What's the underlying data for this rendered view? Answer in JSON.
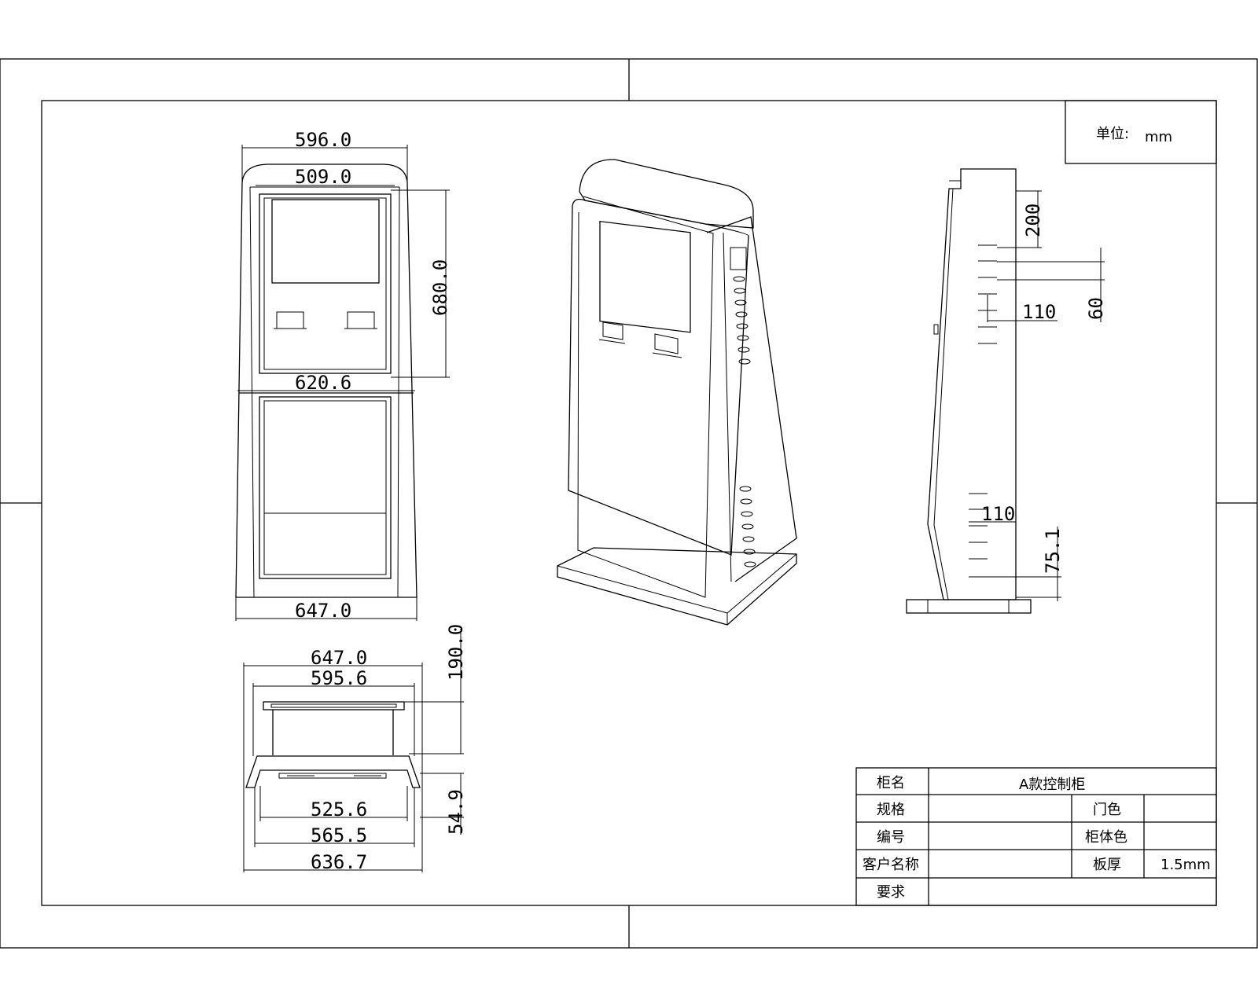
{
  "unit_box": {
    "label": "单位:",
    "unit": "mm"
  },
  "front_view": {
    "dim_top_outer": "596.0",
    "dim_top_inner": "509.0",
    "dim_height_upper": "680.0",
    "dim_mid_width": "620.6",
    "dim_bottom_width": "647.0"
  },
  "top_view": {
    "dim_outer": "647.0",
    "dim_inner": "595.6",
    "dim_depth": "190.0",
    "dim_base_depth": "54.9",
    "dim_525": "525.6",
    "dim_565": "565.5",
    "dim_636": "636.7"
  },
  "side_view": {
    "dim_200": "200",
    "dim_60": "60",
    "dim_110_upper": "110",
    "dim_110_lower": "110",
    "dim_75": "75.1"
  },
  "title_block": {
    "cabinet_name_label": "柜名",
    "cabinet_name_value": "A款控制柜",
    "spec_label": "规格",
    "door_color_label": "门色",
    "number_label": "编号",
    "body_color_label": "柜体色",
    "customer_label": "客户名称",
    "thickness_label": "板厚",
    "thickness_value": "1.5mm",
    "requirements_label": "要求"
  }
}
